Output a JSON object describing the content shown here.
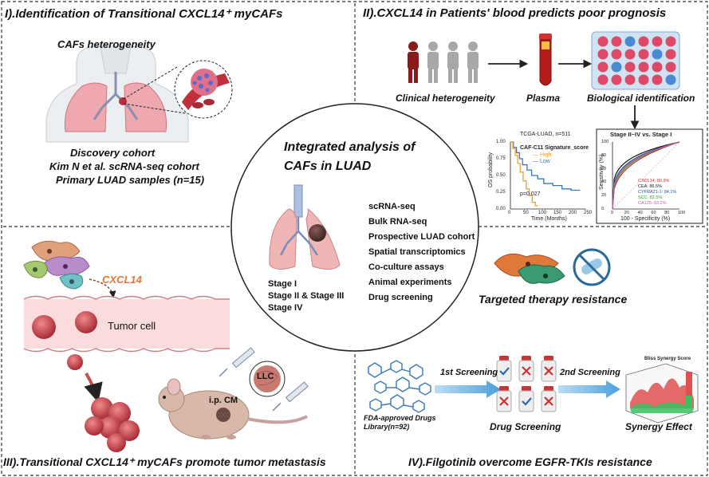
{
  "panel1": {
    "title": "I).Identification of Transitional CXCL14⁺ myCAFs",
    "subtitle": "CAFs heterogeneity",
    "cohort_lines": [
      "Discovery cohort",
      "Kim N  et al. scRNA-seq cohort",
      "Primary LUAD samples (n=15)"
    ]
  },
  "panel2": {
    "title": "II).CXCL14 in Patients' blood predicts poor prognosis",
    "labels": [
      "Clinical heterogeneity",
      "Plasma",
      "Biological identification"
    ],
    "km": {
      "title": "TCGA-LUAD, n=511",
      "legend_title": "CAF-C11 Signature_score",
      "legend": [
        "High",
        "Low"
      ],
      "ylabel": "OS probability",
      "xlabel": "Time (Months)",
      "pvalue": "p=0.027",
      "yticks": [
        "1.00",
        "0.75",
        "0.50",
        "0.25",
        "0.00"
      ],
      "xticks": [
        "0",
        "50",
        "100",
        "150",
        "200",
        "250"
      ],
      "colors": {
        "high": "#f0a030",
        "low": "#3a78b8"
      }
    },
    "roc": {
      "title": "Stage II~IV vs. Stage I",
      "ylabel": "Sensitivity (%)",
      "xlabel": "100 - Specificity (%)",
      "yticks": [
        "100",
        "80",
        "60",
        "40",
        "20",
        "0"
      ],
      "xticks": [
        "0",
        "20",
        "40",
        "60",
        "80",
        "100"
      ],
      "legend": [
        "CXCL14: 80.9%",
        "CEA: 86.5%",
        "CYFRA21-1: 84.1%",
        "SCC: 82.5%",
        "CA125: 83.2%"
      ],
      "colors": [
        "#d62728",
        "#111111",
        "#1f4e9c",
        "#2ca02c",
        "#c05fb0"
      ]
    }
  },
  "center": {
    "title_lines": [
      "Integrated analysis of",
      "CAFs in LUAD"
    ],
    "methods": [
      "scRNA-seq",
      "Bulk RNA-seq",
      "Prospective LUAD cohort",
      "Spatial transcriptomics",
      "Co-culture assays",
      "Animal experiments",
      "Drug screening"
    ],
    "stages": [
      "Stage I",
      "Stage II & Stage III",
      "Stage IV"
    ]
  },
  "panel3": {
    "title": "III).Transitional CXCL14⁺ myCAFs promote tumor metastasis",
    "cxcl14": "CXCL14",
    "tumor_cell": "Tumor cell",
    "llc": "LLC",
    "ipcm": "i.p. CM"
  },
  "panel4": {
    "title": "IV).Filgotinib overcome EGFR-TKIs resistance",
    "resistance": "Targeted therapy resistance",
    "screen1": "1st Screening",
    "screen2": "2nd Screening",
    "library_lines": [
      "FDA-approved Drugs",
      "Library(n=92)"
    ],
    "drug_screening": "Drug Screening",
    "synergy": "Synergy Effect",
    "bliss": "Bliss Synergy Score"
  }
}
